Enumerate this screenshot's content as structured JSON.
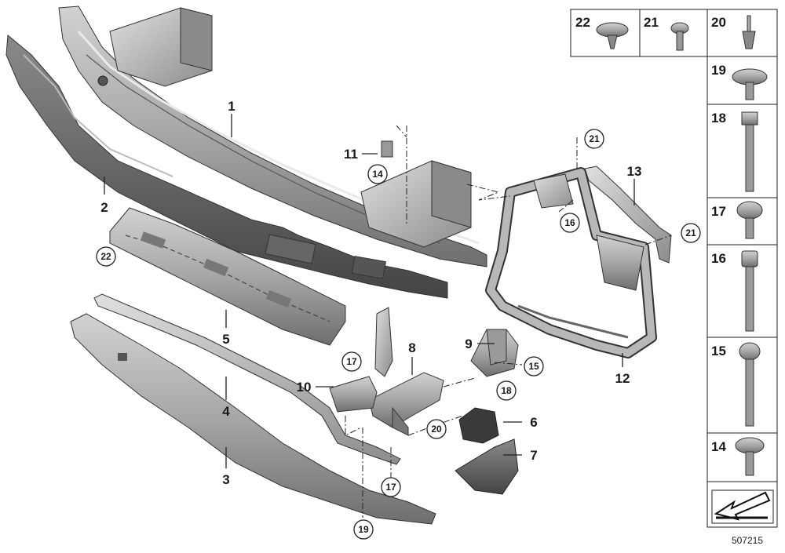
{
  "diagram": {
    "drawing_number": "507215",
    "callouts": [
      "1",
      "2",
      "3",
      "4",
      "5",
      "6",
      "7",
      "8",
      "9",
      "10",
      "11",
      "12",
      "13"
    ],
    "circled_refs": {
      "r14": "14",
      "r16": "16",
      "r17a": "17",
      "r17b": "17",
      "r18": "18",
      "r19": "19",
      "r20": "20",
      "r21a": "21",
      "r21b": "21",
      "r22": "22",
      "r15": "15"
    },
    "fastener_grid": {
      "top_row": [
        "22",
        "21",
        "20"
      ],
      "column": [
        "19",
        "18",
        "17",
        "16",
        "15",
        "14"
      ]
    }
  }
}
